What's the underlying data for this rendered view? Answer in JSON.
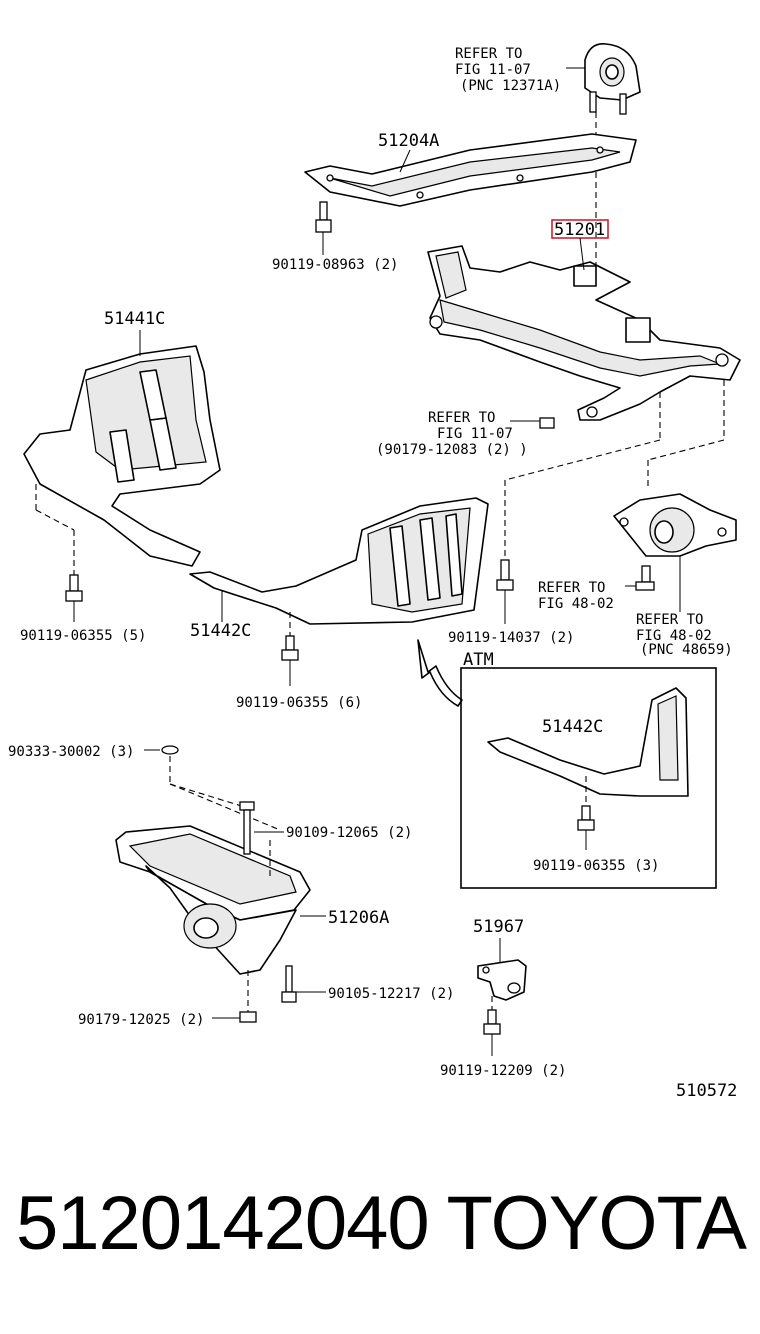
{
  "diagram": {
    "labels": {
      "refer_mount": [
        "REFER TO",
        "FIG 11-07",
        "(PNC 12371A)"
      ],
      "p51204A": "51204A",
      "p51201": "51201",
      "p90119_08963": "90119-08963 (2)",
      "p51441C": "51441C",
      "refer_nut": [
        "REFER TO",
        "FIG 11-07",
        "(90179-12083 (2) )"
      ],
      "refer_48_02a": [
        "REFER TO",
        "FIG 48-02"
      ],
      "refer_48_02b": [
        "REFER TO",
        "FIG 48-02",
        "(PNC 48659)"
      ],
      "p90119_06355_5": "90119-06355 (5)",
      "p51442C": "51442C",
      "p90119_14037": "90119-14037 (2)",
      "p90119_06355_6": "90119-06355 (6)",
      "atm": "ATM",
      "atm_51442C": "51442C",
      "atm_90119_06355_3": "90119-06355 (3)",
      "p90333_30002": "90333-30002 (3)",
      "p90109_12065": "90109-12065 (2)",
      "p51206A": "51206A",
      "p90105_12217": "90105-12217 (2)",
      "p90179_12025": "90179-12025 (2)",
      "p51967": "51967",
      "p90119_12209": "90119-12209 (2)",
      "figure_number": "510572"
    },
    "highlight_color": "#cc2233"
  },
  "footer": {
    "part_number": "5120142040",
    "brand": "TOYOTA"
  }
}
